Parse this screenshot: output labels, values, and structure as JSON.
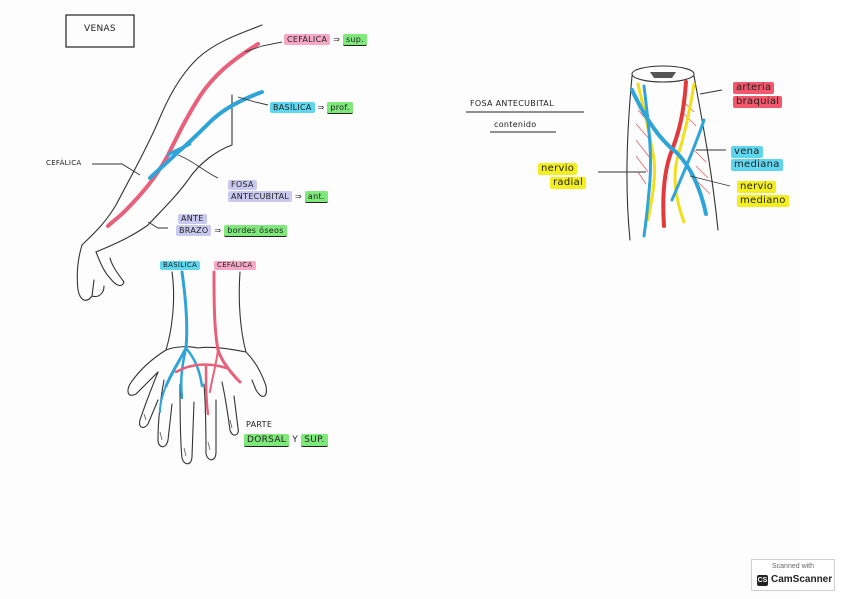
{
  "title": "VENAS",
  "arm_labels": {
    "cefalica_left": "CEFÁLICA",
    "cefalica_top": "CEFÁLICA",
    "cefalica_top_result": "sup.",
    "basilica": "BASÍLICA",
    "basilica_result": "prof.",
    "fosa_line1": "FOSA",
    "fosa_line2": "ANTECUBITAL",
    "fosa_result": "ant.",
    "antebrazo_line1": "ANTE",
    "antebrazo_line2": "BRAZO",
    "antebrazo_result": "bordes óseos",
    "arrow": "⇒"
  },
  "hand_labels": {
    "basilica": "BASÍLICA",
    "cefalica": "CEFÁLICA",
    "parte": "PARTE",
    "dorsal": "DORSAL",
    "y": "Y",
    "sup": "SUP."
  },
  "fossa": {
    "title": "FOSA ANTECUBITAL",
    "subtitle": "contenido",
    "arteria_line1": "arteria",
    "arteria_line2": "braquial",
    "vena_line1": "vena",
    "vena_line2": "mediana",
    "nervio_mediano_line1": "nervio",
    "nervio_mediano_line2": "mediano",
    "nervio_radial_line1": "nervio",
    "nervio_radial_line2": "radial"
  },
  "colors": {
    "vein_blue": "#2fa4d8",
    "vein_pink": "#e8607a",
    "nerve_yellow": "#f0df1a",
    "artery_red": "#e23a3a"
  },
  "badge": {
    "line1": "Scanned with",
    "logo": "CS",
    "brand": "CamScanner"
  }
}
